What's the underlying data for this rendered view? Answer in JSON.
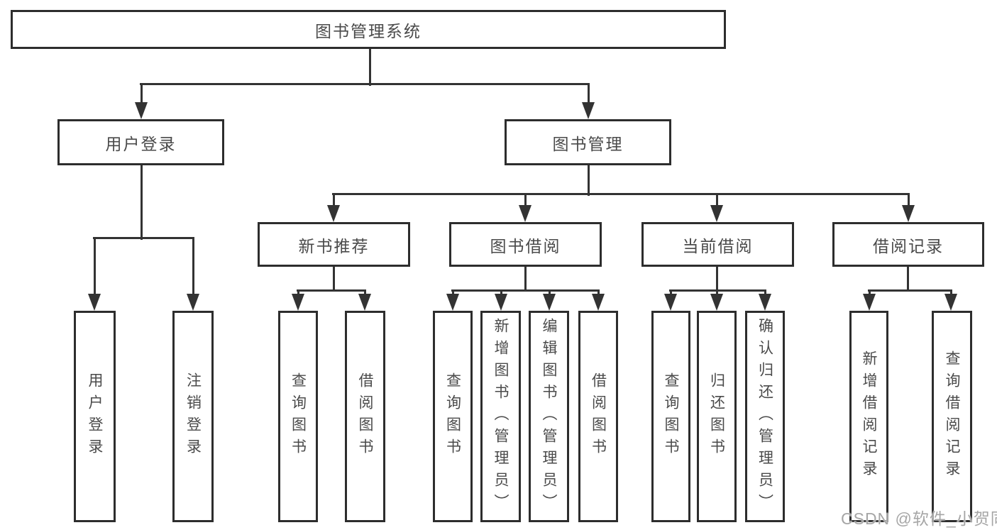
{
  "tree": {
    "root": {
      "label": "图书管理系统"
    },
    "branches": [
      {
        "label": "用户登录",
        "children": [
          {
            "label": "用户登录"
          },
          {
            "label": "注销登录"
          }
        ]
      },
      {
        "label": "图书管理",
        "children": [
          {
            "label": "新书推荐",
            "children": [
              {
                "label": "查询图书"
              },
              {
                "label": "借阅图书"
              }
            ]
          },
          {
            "label": "图书借阅",
            "children": [
              {
                "label": "查询图书"
              },
              {
                "label": "新增图书（管理员）"
              },
              {
                "label": "编辑图书（管理员）"
              },
              {
                "label": "借阅图书"
              }
            ]
          },
          {
            "label": "当前借阅",
            "children": [
              {
                "label": "查询图书"
              },
              {
                "label": "归还图书"
              },
              {
                "label": "确认归还（管理员）"
              }
            ]
          },
          {
            "label": "借阅记录",
            "children": [
              {
                "label": "新增借阅记录"
              },
              {
                "label": "查询借阅记录"
              }
            ]
          }
        ]
      }
    ]
  },
  "watermark": {
    "text": "CSDN @软件_小贺同学"
  },
  "colors": {
    "line": "#333333",
    "box_border": "#2d2d2d",
    "text": "#4a4a4a",
    "background": "#ffffff",
    "watermark": "#9e9e9e"
  }
}
